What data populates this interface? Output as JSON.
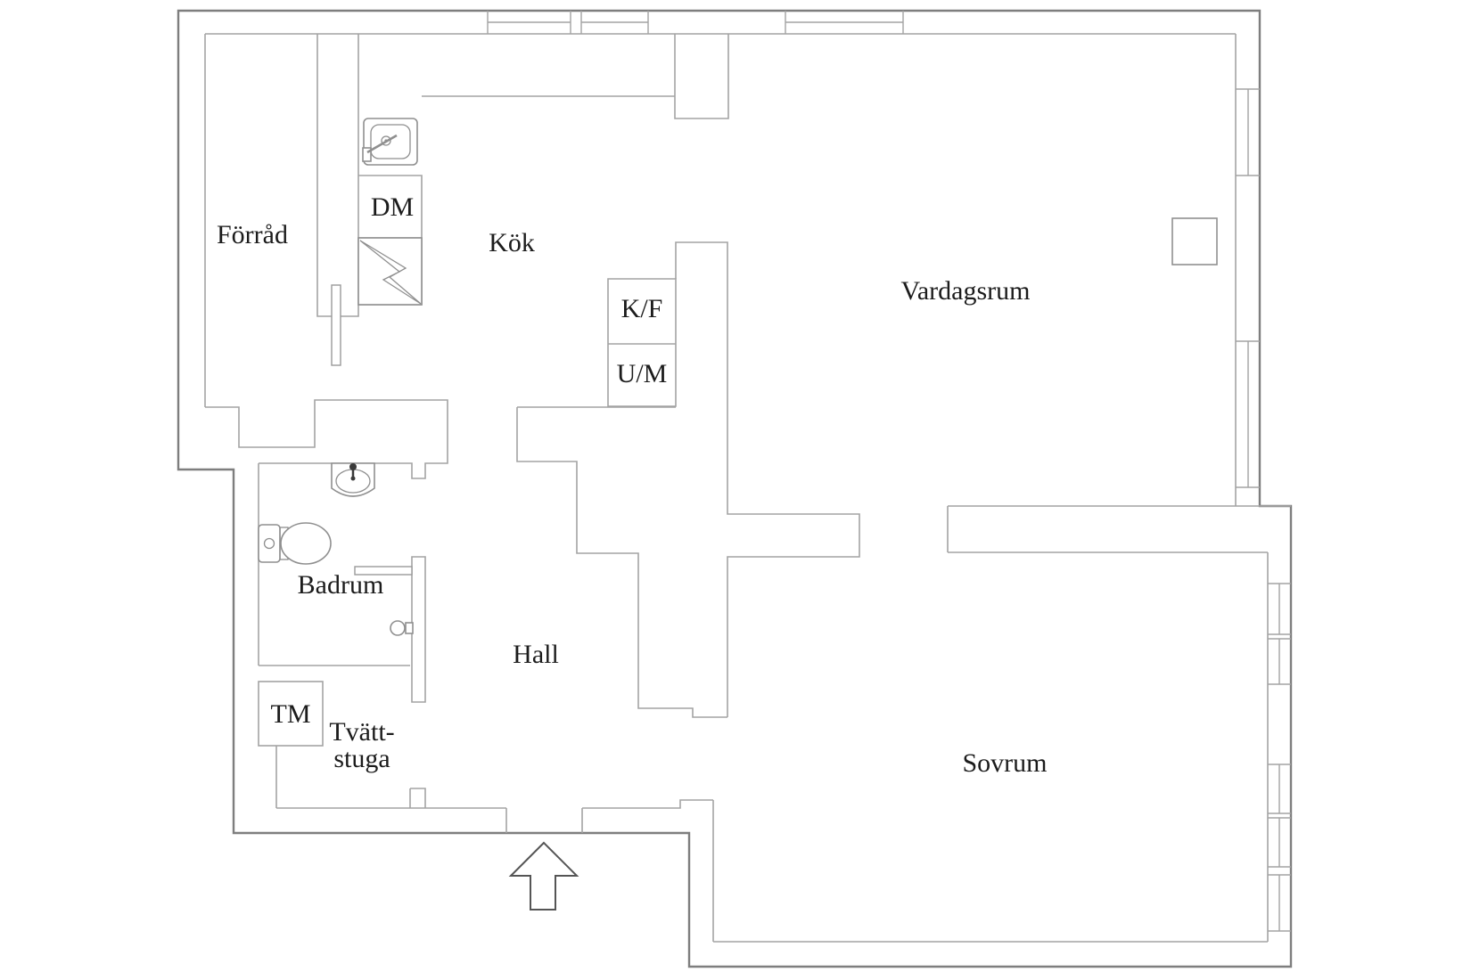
{
  "title": "Apartment floor plan",
  "labels": {
    "forrad": "Förråd",
    "kok": "Kök",
    "vardagsrum": "Vardagsrum",
    "badrum": "Badrum",
    "hall": "Hall",
    "tvattstuga_line1": "Tvätt-",
    "tvattstuga_line2": "stuga",
    "sovrum": "Sovrum",
    "dm": "DM",
    "kf": "K/F",
    "um": "U/M",
    "tm": "TM"
  },
  "fixtures": {
    "kitchen_sink": "kitchen-sink",
    "stove": "stove-zigzag",
    "bathroom_sink": "bathroom-sink",
    "toilet": "toilet",
    "shower_mixer": "shower-mixer",
    "entrance_arrow": "entrance-arrow",
    "wall_niche": "wall-niche-square"
  },
  "colors": {
    "wall_outer": "#7e7e7e",
    "wall_inner": "#a3a3a3",
    "text": "#1c1c1c",
    "fixture": "#8f8f8f",
    "background": "#ffffff"
  }
}
